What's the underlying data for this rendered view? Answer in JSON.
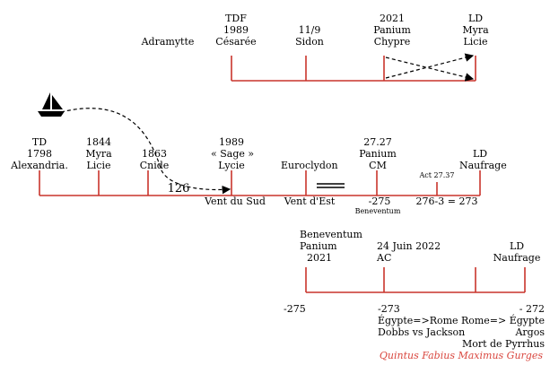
{
  "colors": {
    "timeline": "#c9342c",
    "text": "#000000",
    "signature": "#d9473f"
  },
  "icons": {
    "boat": "sailboat-icon",
    "equal": "double-line-sign"
  },
  "timeline_top": {
    "labels": [
      {
        "lines": [
          "Adramytte"
        ]
      },
      {
        "lines": [
          "TDF",
          "1989",
          "Césarée"
        ]
      },
      {
        "lines": [
          "11/9",
          "Sidon"
        ]
      },
      {
        "lines": [
          "2021",
          "Panium",
          "Chypre"
        ]
      },
      {
        "lines": [
          "LD",
          "Myra",
          "Licie"
        ]
      }
    ]
  },
  "timeline_middle": {
    "labels": [
      {
        "lines": [
          "TD",
          "1798",
          "Alexandria."
        ]
      },
      {
        "lines": [
          "1844",
          "Myra",
          "Licie"
        ]
      },
      {
        "lines": [
          "1863",
          "Cnide"
        ]
      },
      {
        "lines": [
          "1989",
          "« Sage »",
          "Lycie"
        ]
      },
      {
        "lines": [
          "Euroclydon"
        ]
      },
      {
        "lines": [
          "27.27",
          "Panium",
          "CM"
        ]
      },
      {
        "lines": [
          "Act 27.37"
        ]
      },
      {
        "lines": [
          "LD",
          "Naufrage"
        ]
      }
    ],
    "count": "126",
    "below": {
      "vent_sud": "Vent du Sud",
      "vent_est": "Vent d'Est",
      "minus275": "-275",
      "beneventum": "Beneventum",
      "calc": "276-3 = 273"
    }
  },
  "timeline_bottom": {
    "labels": [
      {
        "lines": [
          "Beneventum",
          "Panium",
          "2021"
        ]
      },
      {
        "lines": [
          "24 Juin 2022",
          "AC"
        ]
      },
      {
        "lines": [
          "LD",
          "Naufrage"
        ]
      }
    ],
    "left_value": "-275",
    "below": [
      {
        "lines": [
          "-273",
          "Égypte=>Rome",
          "Dobbs vs Jackson"
        ]
      },
      {
        "lines": [
          "- 272",
          "Rome=> Égypte",
          "Argos",
          "Mort de Pyrrhus"
        ]
      }
    ]
  },
  "signature": "Quintus Fabius Maximus Gurges"
}
